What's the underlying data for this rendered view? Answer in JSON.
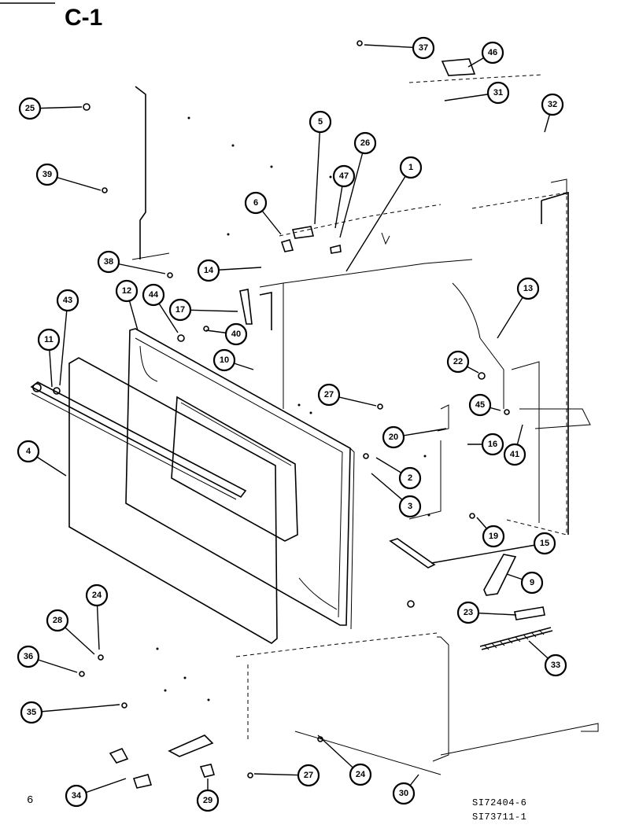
{
  "title": "C-1",
  "page_number": "6",
  "codes": [
    "SI72404-6",
    "SI73711-1"
  ],
  "callouts": [
    {
      "id": "37"
    },
    {
      "id": "46"
    },
    {
      "id": "31"
    },
    {
      "id": "32"
    },
    {
      "id": "25"
    },
    {
      "id": "5"
    },
    {
      "id": "26"
    },
    {
      "id": "1"
    },
    {
      "id": "39"
    },
    {
      "id": "47"
    },
    {
      "id": "6"
    },
    {
      "id": "38"
    },
    {
      "id": "14"
    },
    {
      "id": "12"
    },
    {
      "id": "44"
    },
    {
      "id": "17"
    },
    {
      "id": "40"
    },
    {
      "id": "43"
    },
    {
      "id": "13"
    },
    {
      "id": "11"
    },
    {
      "id": "10"
    },
    {
      "id": "22"
    },
    {
      "id": "45"
    },
    {
      "id": "27"
    },
    {
      "id": "20"
    },
    {
      "id": "16"
    },
    {
      "id": "41"
    },
    {
      "id": "4"
    },
    {
      "id": "2"
    },
    {
      "id": "3"
    },
    {
      "id": "19"
    },
    {
      "id": "15"
    },
    {
      "id": "9"
    },
    {
      "id": "24"
    },
    {
      "id": "23"
    },
    {
      "id": "28"
    },
    {
      "id": "36"
    },
    {
      "id": "33"
    },
    {
      "id": "35"
    },
    {
      "id": "24"
    },
    {
      "id": "27"
    },
    {
      "id": "30"
    },
    {
      "id": "34"
    },
    {
      "id": "29"
    }
  ]
}
